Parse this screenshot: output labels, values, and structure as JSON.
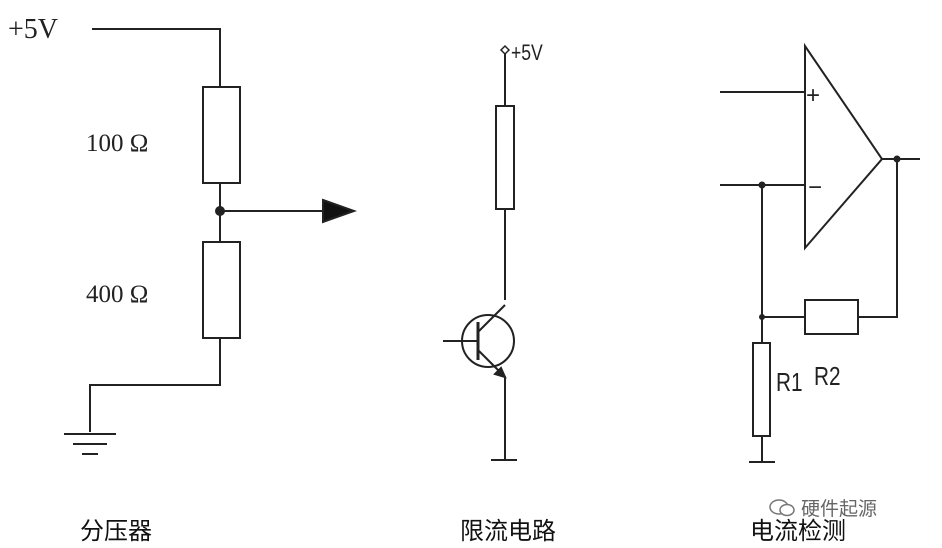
{
  "divider": {
    "supply_label": "+5V",
    "r_top_label": "100 Ω",
    "r_bottom_label": "400 Ω",
    "caption": "分压器"
  },
  "current_limit": {
    "supply_label": "+5V",
    "caption": "限流电路"
  },
  "current_detect": {
    "plus_sign": "+",
    "minus_sign": "−",
    "r1_label": "R1",
    "r2_label": "R2",
    "caption": "电流检测"
  },
  "watermark": {
    "text": "硬件起源"
  }
}
